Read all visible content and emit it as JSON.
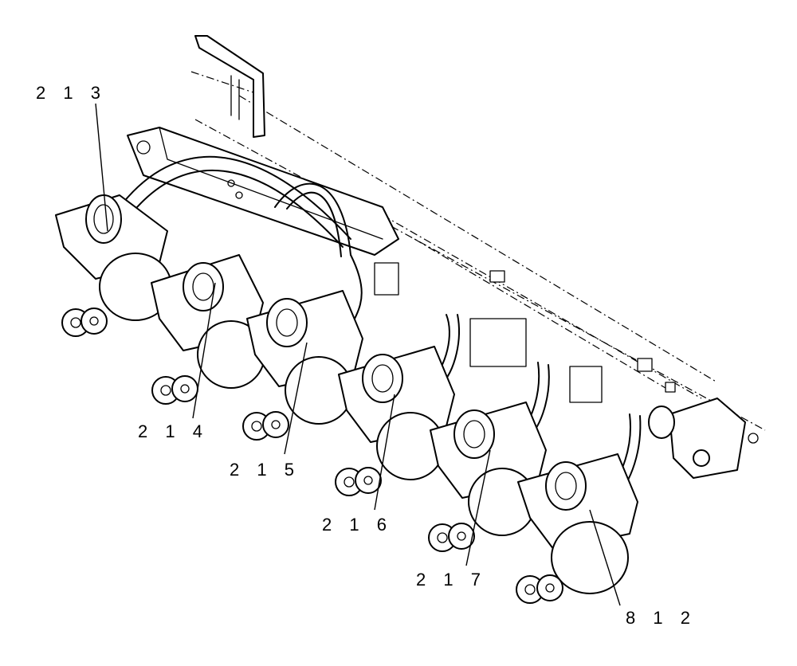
{
  "callouts": [
    {
      "id": "c213",
      "label": "2 1 3"
    },
    {
      "id": "c214",
      "label": "2 1 4"
    },
    {
      "id": "c215",
      "label": "2 1 5"
    },
    {
      "id": "c216",
      "label": "2 1 6"
    },
    {
      "id": "c217",
      "label": "2 1 7"
    },
    {
      "id": "c812",
      "label": "8 1 2"
    }
  ]
}
